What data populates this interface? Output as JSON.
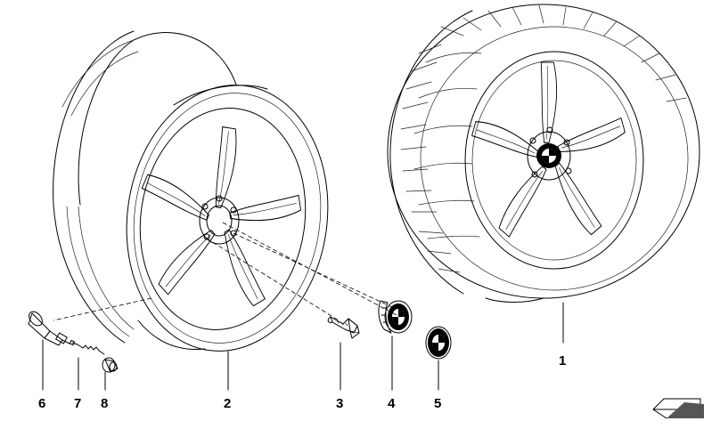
{
  "diagram": {
    "callouts": [
      {
        "id": "1",
        "label": "1"
      },
      {
        "id": "2",
        "label": "2"
      },
      {
        "id": "3",
        "label": "3"
      },
      {
        "id": "4",
        "label": "4"
      },
      {
        "id": "5",
        "label": "5"
      },
      {
        "id": "6",
        "label": "6"
      },
      {
        "id": "7",
        "label": "7"
      },
      {
        "id": "8",
        "label": "8"
      }
    ],
    "icons": [
      "rim-icon",
      "wheel-with-tire-icon",
      "wheel-bolt-icon",
      "hub-cap-icon",
      "emblem-icon",
      "valve-icon",
      "valve-core-icon",
      "valve-cap-icon",
      "view-direction-icon"
    ]
  }
}
